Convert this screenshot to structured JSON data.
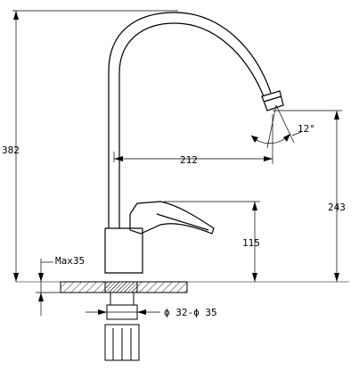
{
  "colors": {
    "line": "#000000",
    "hatch": "#000000",
    "background": "#ffffff"
  },
  "dimensions": {
    "total_height": "382",
    "spout_reach": "212",
    "spout_outlet_height": "243",
    "lever_height": "115",
    "max_counter_thickness": "Max35",
    "hole_diameter": "ϕ 32-ϕ 35",
    "spout_angle": "12°"
  }
}
